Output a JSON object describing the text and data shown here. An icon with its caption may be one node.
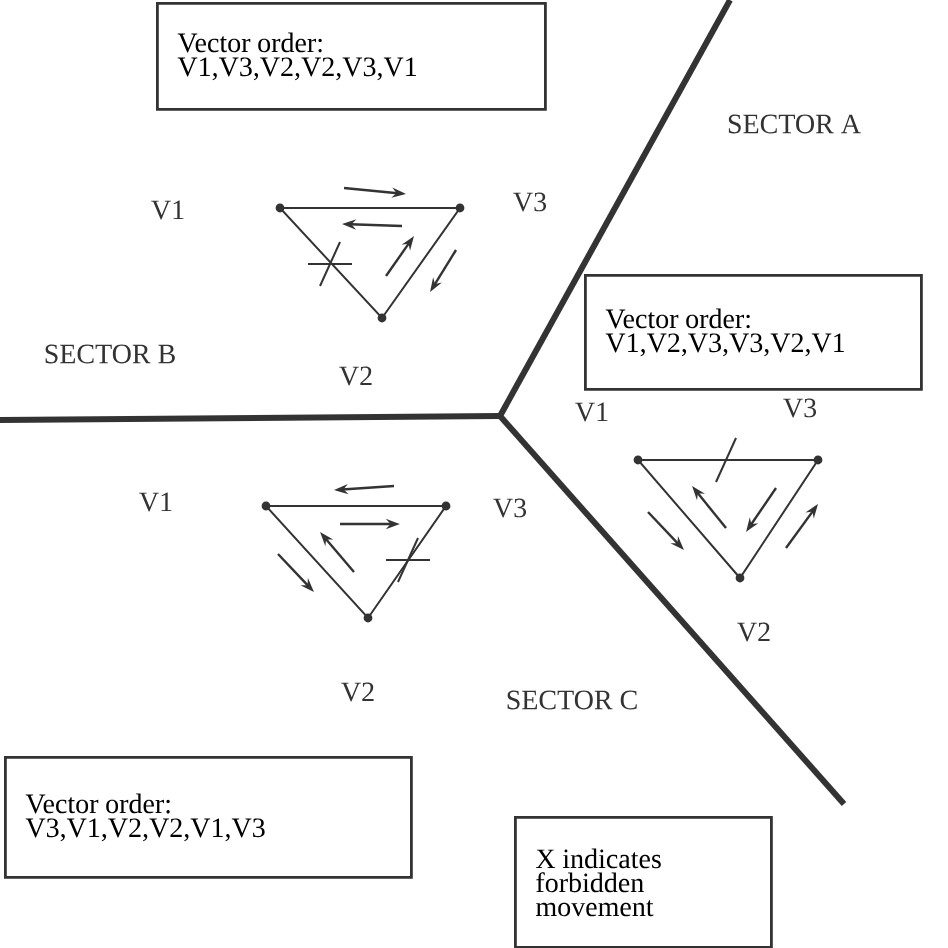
{
  "diagram": {
    "nodes": [
      {
        "text": [
          "Vector order:",
          "V1,V3,V2,V2,V3,V1"
        ]
      },
      {
        "text": [
          "Vector order:",
          "V1,V2,V3,V3,V2,V1"
        ]
      },
      {
        "text": [
          "Vector order:",
          "V3,V1,V2,V2,V1,V3"
        ]
      },
      {
        "text": [
          "X indicates forbidden movement"
        ]
      }
    ],
    "labels": [
      "SECTOR A",
      "V1",
      "V3",
      "SECTOR B",
      "V2",
      "V1",
      "V3",
      "V1",
      "V3",
      "V2",
      "V2",
      "SECTOR C"
    ]
  }
}
